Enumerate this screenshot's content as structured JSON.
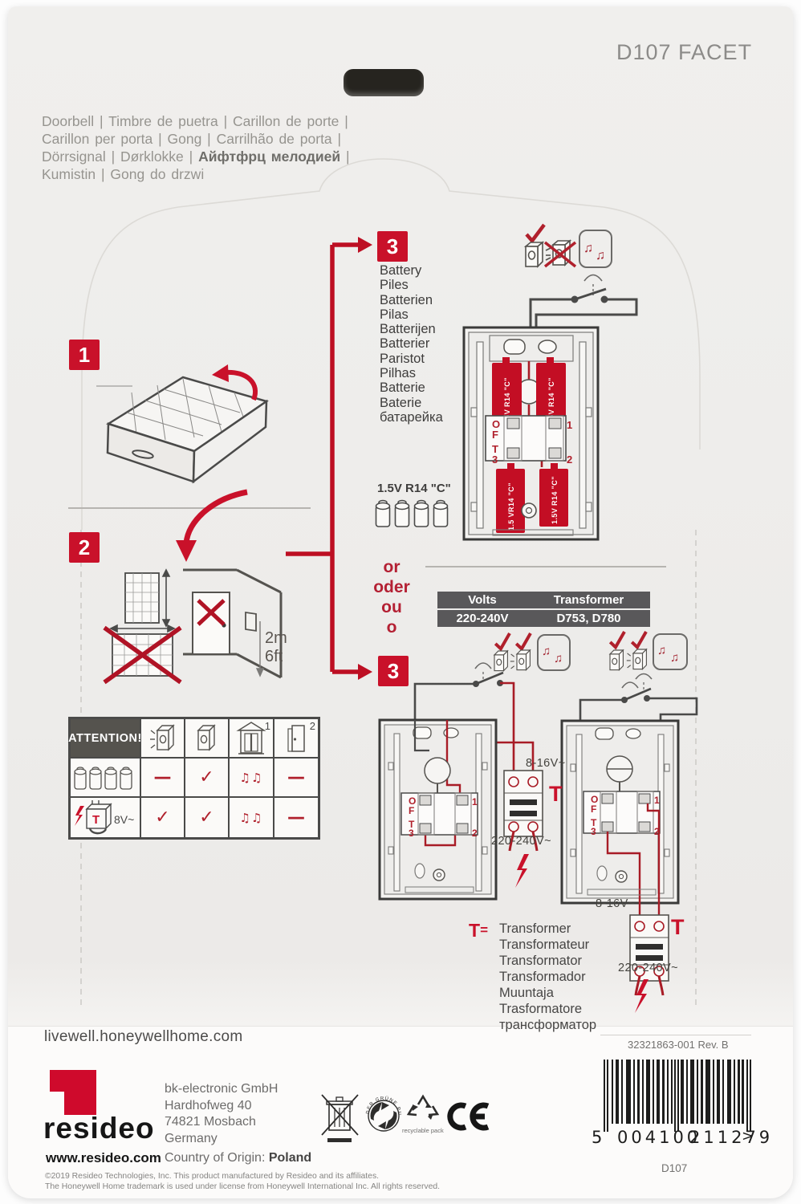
{
  "title": "D107 FACET",
  "languages": {
    "line1": "Doorbell | Timbre de puetra | Carillon de porte |",
    "line2": "Carillon per porta | Gong | Carrilhão de porta |",
    "line3a": "Dörrsignal | Dørklokke |",
    "line3b": "Айфтфрц мелодией",
    "line3c": "|",
    "line4": "Kumistin | Gong do drzwi"
  },
  "steps": {
    "one": "1",
    "two": "2",
    "three_top": "3",
    "three_bottom": "3"
  },
  "battery_words": [
    "Battery",
    "Piles",
    "Batterien",
    "Pilas",
    "Batterijen",
    "Batterier",
    "Paristot",
    "Pilhas",
    "Batterie",
    "Baterie",
    "батарейка"
  ],
  "battery_spec": "1.5V R14 \"C\"",
  "battery_cell_labels": {
    "top_left": "1.5V R14 \"C\"",
    "top_right": "1.5V R14 \"C\"",
    "bottom_left": "1.5 VR14 \"C\"",
    "bottom_right": "1.5V R14 \"C\""
  },
  "terminals": {
    "o": "O",
    "f": "F",
    "t": "T",
    "three": "3",
    "one": "1",
    "two": "2"
  },
  "or_words": {
    "en": "or",
    "de": "oder",
    "fr": "ou",
    "es": "o"
  },
  "volt_table": {
    "header_volts": "Volts",
    "header_transformer": "Transformer",
    "volts_value": "220-240V",
    "transformer_value": "D753, D780"
  },
  "mounting": {
    "metric": "2m",
    "imperial": "6ft"
  },
  "attention": {
    "title": "ATTENTION!",
    "sup1": "1",
    "sup2": "2",
    "transformer_label": "T",
    "transformer_voltage": "8V~",
    "row_battery": {
      "c1": "—",
      "c2": "✓",
      "c3": "♫♫",
      "c4": "—"
    },
    "row_transformer": {
      "c1": "✓",
      "c2": "✓",
      "c3": "♫♫",
      "c4": "—"
    }
  },
  "wiring": {
    "low_voltage_left": "8-16V~",
    "mains_left": "220-240V~",
    "t_left": "T",
    "low_voltage_right": "8-16V~",
    "mains_right": "220-240V~",
    "t_right": "T"
  },
  "transformer_words": {
    "prefix": "T",
    "equals": "=",
    "items": [
      "Transformer",
      "Transformateur",
      "Transformator",
      "Transformador",
      "Muuntaja",
      "Trasformatore",
      "трансформатор"
    ]
  },
  "glyphs": {
    "note_pair": "♫"
  },
  "colors": {
    "accent_red": "#c9112a",
    "dark_red": "#b0202c",
    "table_header_bg": "#59585a",
    "card_bg": "#edecea"
  },
  "footer": {
    "website": "livewell.honeywellhome.com",
    "part_number": "32321863-001 Rev. B",
    "brand": "resideo",
    "brand_site": "www.resideo.com",
    "address1": "bk-electronic GmbH",
    "address2": "Hardhofweg 40",
    "address3": "74821 Mosbach",
    "address4": "Germany",
    "origin_label": "Country of Origin: ",
    "origin_value": "Poland",
    "green_dot_text": "DER GRÜNE PUNKT",
    "recyclable_text": "recyclable pack",
    "ce_mark": "CE",
    "barcode": {
      "lead": "5",
      "group1": "004100",
      "group2": "211279",
      "suffix": ">"
    },
    "model_code": "D107",
    "copyright1": "©2019 Resideo Technologies, Inc. This product manufactured by Resideo and its affiliates.",
    "copyright2": "The Honeywell Home trademark is used under license from Honeywell International Inc. All rights reserved."
  }
}
